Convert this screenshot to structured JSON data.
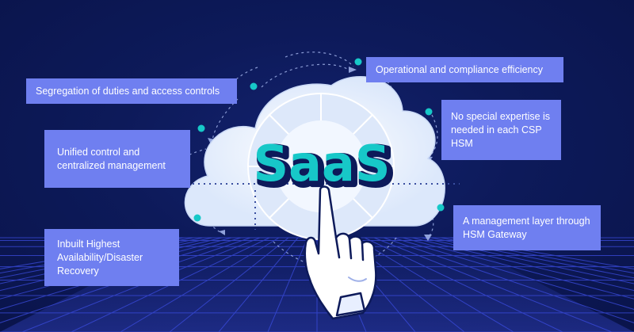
{
  "hero": {
    "title": "SaaS"
  },
  "benefits": [
    {
      "text": "Segregation of duties and access controls"
    },
    {
      "text": "Operational and compliance efficiency"
    },
    {
      "text": "Unified control and centralized management"
    },
    {
      "text": "No special expertise is needed in each CSP HSM"
    },
    {
      "text": "Inbuilt Highest Availability/Disaster Recovery"
    },
    {
      "text": "A management layer through HSM Gateway"
    }
  ],
  "colors": {
    "background": "#0b1650",
    "box": "#6f7ff0",
    "accent_teal": "#17c8c8",
    "cloud": "#f1f6ff"
  },
  "icons": [
    "cloud-icon",
    "pointing-hand-icon",
    "connector-dot-icon",
    "perspective-grid"
  ]
}
